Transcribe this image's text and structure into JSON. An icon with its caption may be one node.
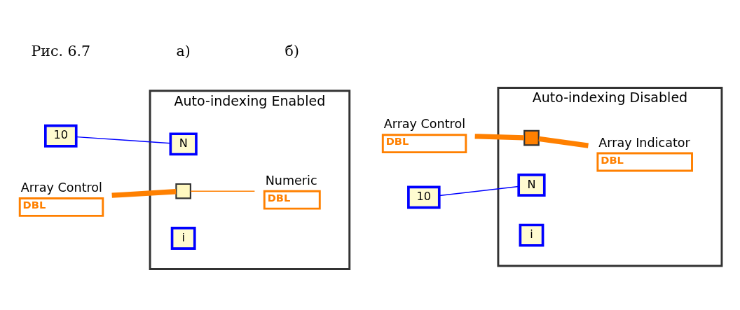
{
  "diagram": {
    "nodes": [
      {
        "text": [
          "Auto-indexing Enabled"
        ]
      },
      {
        "text": [
          "10"
        ]
      },
      {
        "text": [
          "N"
        ],
        "in": 0
      },
      {
        "text": [
          "Array Control",
          "DBL"
        ]
      },
      {
        "text": [],
        "shape": "box",
        "in": 0
      },
      {
        "text": [
          "Numeric",
          "DBL"
        ],
        "in": 0
      },
      {
        "text": [
          "i"
        ],
        "in": 0
      },
      {
        "text": [
          "Auto-indexing Disabled"
        ]
      },
      {
        "text": [
          "10"
        ]
      },
      {
        "text": [
          "N"
        ],
        "in": 7
      },
      {
        "text": [
          "Array Control",
          "DBL"
        ]
      },
      {
        "text": [],
        "shape": "box",
        "in": 7
      },
      {
        "text": [
          "Array Indicator",
          "DBL"
        ],
        "in": 7
      },
      {
        "text": [
          "i"
        ],
        "in": 7
      }
    ],
    "edges": [
      {
        "from": 1,
        "to": 2,
        "arrow": "none",
        "color": "#0000ff"
      },
      {
        "from": 3,
        "to": 4,
        "arrow": "none",
        "style": "thick"
      },
      {
        "from": 4,
        "to": 5,
        "arrow": "none"
      },
      {
        "from": 8,
        "to": 9,
        "arrow": "none",
        "color": "#0000ff"
      },
      {
        "from": 10,
        "to": 11,
        "arrow": "none",
        "style": "thick"
      },
      {
        "from": 11,
        "to": 12,
        "arrow": "none",
        "style": "thick"
      }
    ],
    "labels": [
      "Рис. 6.7",
      "а)",
      "б)"
    ]
  }
}
